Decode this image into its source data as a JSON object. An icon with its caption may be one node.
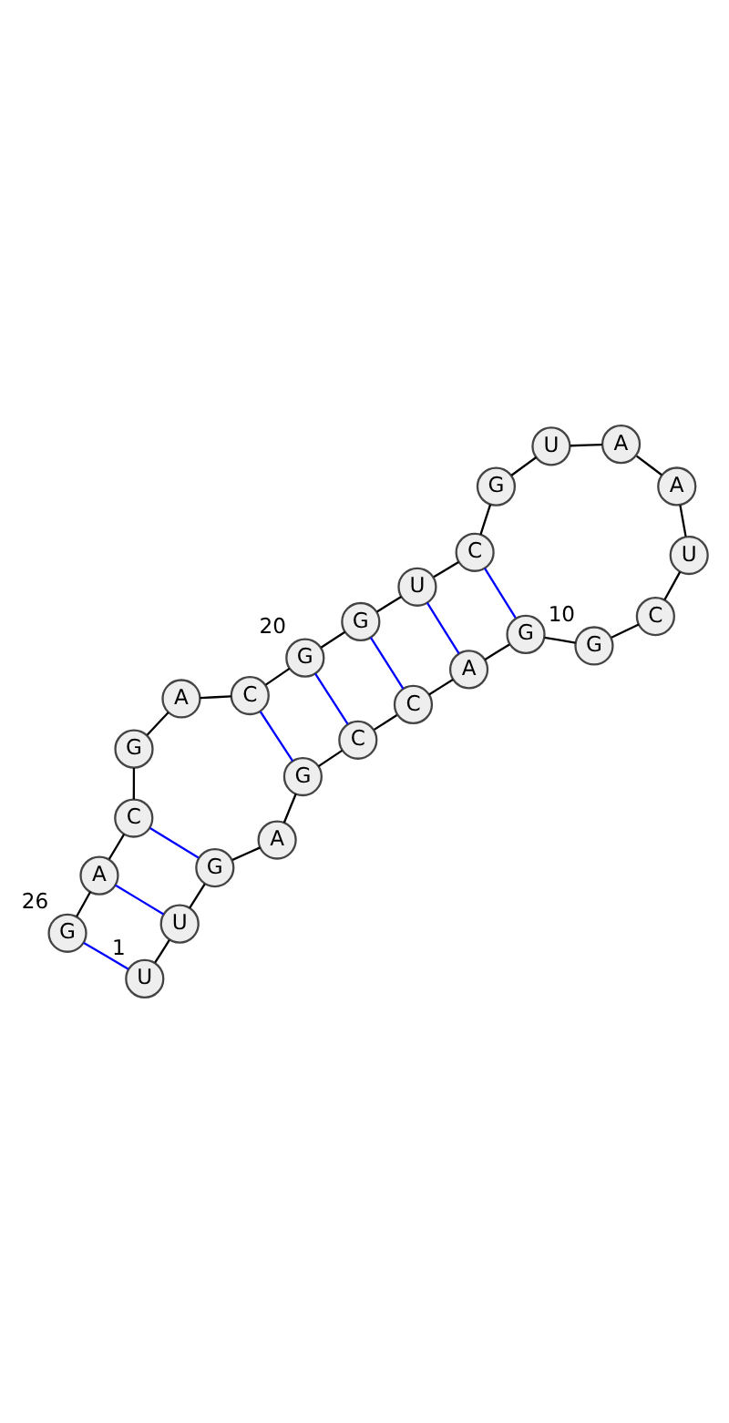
{
  "diagram": {
    "nodes": [
      {
        "text": [
          "U"
        ],
        "beside": [
          "1"
        ]
      },
      {
        "text": [
          "U"
        ]
      },
      {
        "text": [
          "G"
        ]
      },
      {
        "text": [
          "A"
        ]
      },
      {
        "text": [
          "G"
        ]
      },
      {
        "text": [
          "C"
        ]
      },
      {
        "text": [
          "C"
        ]
      },
      {
        "text": [
          "A"
        ]
      },
      {
        "text": [
          "G"
        ]
      },
      {
        "text": [
          "G"
        ],
        "beside": [
          "10"
        ]
      },
      {
        "text": [
          "C"
        ]
      },
      {
        "text": [
          "U"
        ]
      },
      {
        "text": [
          "A"
        ]
      },
      {
        "text": [
          "A"
        ]
      },
      {
        "text": [
          "U"
        ]
      },
      {
        "text": [
          "G"
        ]
      },
      {
        "text": [
          "C"
        ]
      },
      {
        "text": [
          "U"
        ]
      },
      {
        "text": [
          "G"
        ]
      },
      {
        "text": [
          "G"
        ],
        "beside": [
          "20"
        ]
      },
      {
        "text": [
          "C"
        ]
      },
      {
        "text": [
          "A"
        ]
      },
      {
        "text": [
          "G"
        ]
      },
      {
        "text": [
          "C"
        ]
      },
      {
        "text": [
          "A"
        ]
      },
      {
        "text": [
          "G"
        ],
        "beside": [
          "26"
        ]
      }
    ],
    "edges": [
      {
        "from": 0,
        "to": 1,
        "arrow": "none"
      },
      {
        "from": 1,
        "to": 2,
        "arrow": "none"
      },
      {
        "from": 2,
        "to": 3,
        "arrow": "none"
      },
      {
        "from": 3,
        "to": 4,
        "arrow": "none"
      },
      {
        "from": 4,
        "to": 5,
        "arrow": "none"
      },
      {
        "from": 5,
        "to": 6,
        "arrow": "none"
      },
      {
        "from": 6,
        "to": 7,
        "arrow": "none"
      },
      {
        "from": 7,
        "to": 8,
        "arrow": "none"
      },
      {
        "from": 8,
        "to": 9,
        "arrow": "none"
      },
      {
        "from": 9,
        "to": 10,
        "arrow": "none"
      },
      {
        "from": 10,
        "to": 11,
        "arrow": "none"
      },
      {
        "from": 11,
        "to": 12,
        "arrow": "none"
      },
      {
        "from": 12,
        "to": 13,
        "arrow": "none"
      },
      {
        "from": 13,
        "to": 14,
        "arrow": "none"
      },
      {
        "from": 14,
        "to": 15,
        "arrow": "none"
      },
      {
        "from": 15,
        "to": 16,
        "arrow": "none"
      },
      {
        "from": 16,
        "to": 17,
        "arrow": "none"
      },
      {
        "from": 17,
        "to": 18,
        "arrow": "none"
      },
      {
        "from": 18,
        "to": 19,
        "arrow": "none"
      },
      {
        "from": 19,
        "to": 20,
        "arrow": "none"
      },
      {
        "from": 20,
        "to": 21,
        "arrow": "none"
      },
      {
        "from": 21,
        "to": 22,
        "arrow": "none"
      },
      {
        "from": 22,
        "to": 23,
        "arrow": "none"
      },
      {
        "from": 23,
        "to": 24,
        "arrow": "none"
      },
      {
        "from": 24,
        "to": 25,
        "arrow": "none"
      },
      {
        "from": 8,
        "to": 16,
        "arrow": "none",
        "color": "#0000ff"
      },
      {
        "from": 7,
        "to": 17,
        "arrow": "none",
        "color": "#0000ff"
      },
      {
        "from": 6,
        "to": 18,
        "arrow": "none",
        "color": "#0000ff"
      },
      {
        "from": 5,
        "to": 19,
        "arrow": "none",
        "color": "#0000ff"
      },
      {
        "from": 4,
        "to": 20,
        "arrow": "none",
        "color": "#0000ff"
      },
      {
        "from": 2,
        "to": 23,
        "arrow": "none",
        "color": "#0000ff"
      },
      {
        "from": 1,
        "to": 24,
        "arrow": "none",
        "color": "#0000ff"
      },
      {
        "from": 0,
        "to": 25,
        "arrow": "none",
        "color": "#0000ff"
      }
    ]
  }
}
